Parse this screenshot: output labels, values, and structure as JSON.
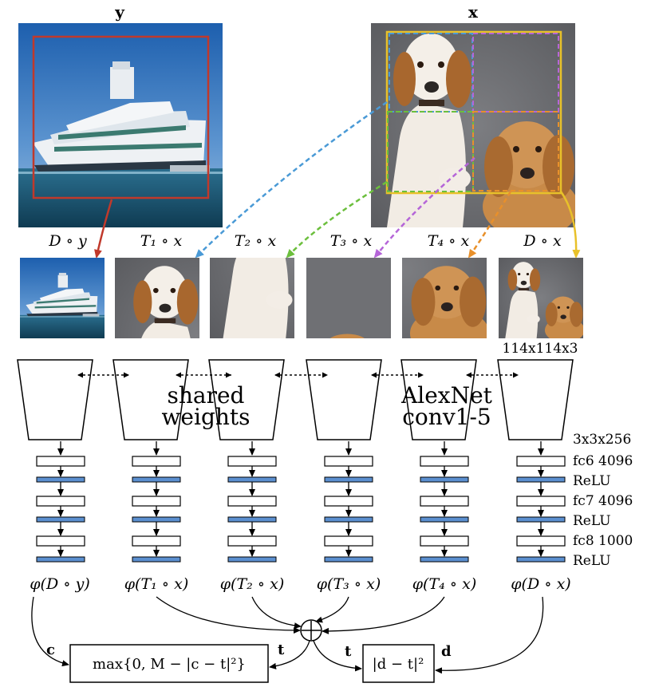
{
  "top": {
    "image_y_label": "y",
    "image_x_label": "x"
  },
  "crops": [
    {
      "label": "D ∘ y"
    },
    {
      "label": "T₁ ∘ x"
    },
    {
      "label": "T₂ ∘ x"
    },
    {
      "label": "T₃ ∘ x"
    },
    {
      "label": "T₄ ∘ x"
    },
    {
      "label": "D ∘ x"
    }
  ],
  "input_size": "114x114x3",
  "network": {
    "shared_label_line1": "shared",
    "shared_label_line2": "weights",
    "backbone_line1": "AlexNet",
    "backbone_line2": "conv1-5",
    "layers": [
      "3x3x256",
      "fc6 4096",
      "ReLU",
      "fc7 4096",
      "ReLU",
      "fc8 1000",
      "ReLU"
    ]
  },
  "outputs": [
    "φ(D ∘ y)",
    "φ(T₁ ∘ x)",
    "φ(T₂ ∘ x)",
    "φ(T₃ ∘ x)",
    "φ(T₄ ∘ x)",
    "φ(D ∘ x)"
  ],
  "loss": {
    "left_box": "max{0, M − |c − t|²}",
    "right_box": "|d − t|²",
    "edge_c": "c",
    "edge_t_left": "t",
    "edge_t_right": "t",
    "edge_d": "d",
    "sum_symbol": "⊕"
  },
  "colors": {
    "red": "#c0392b",
    "blue": "#4a9ad6",
    "green": "#6cbf3d",
    "purple": "#b565d8",
    "orange": "#e8902b",
    "yellow": "#e8c12a",
    "relu_bar": "#5b8fd0"
  }
}
